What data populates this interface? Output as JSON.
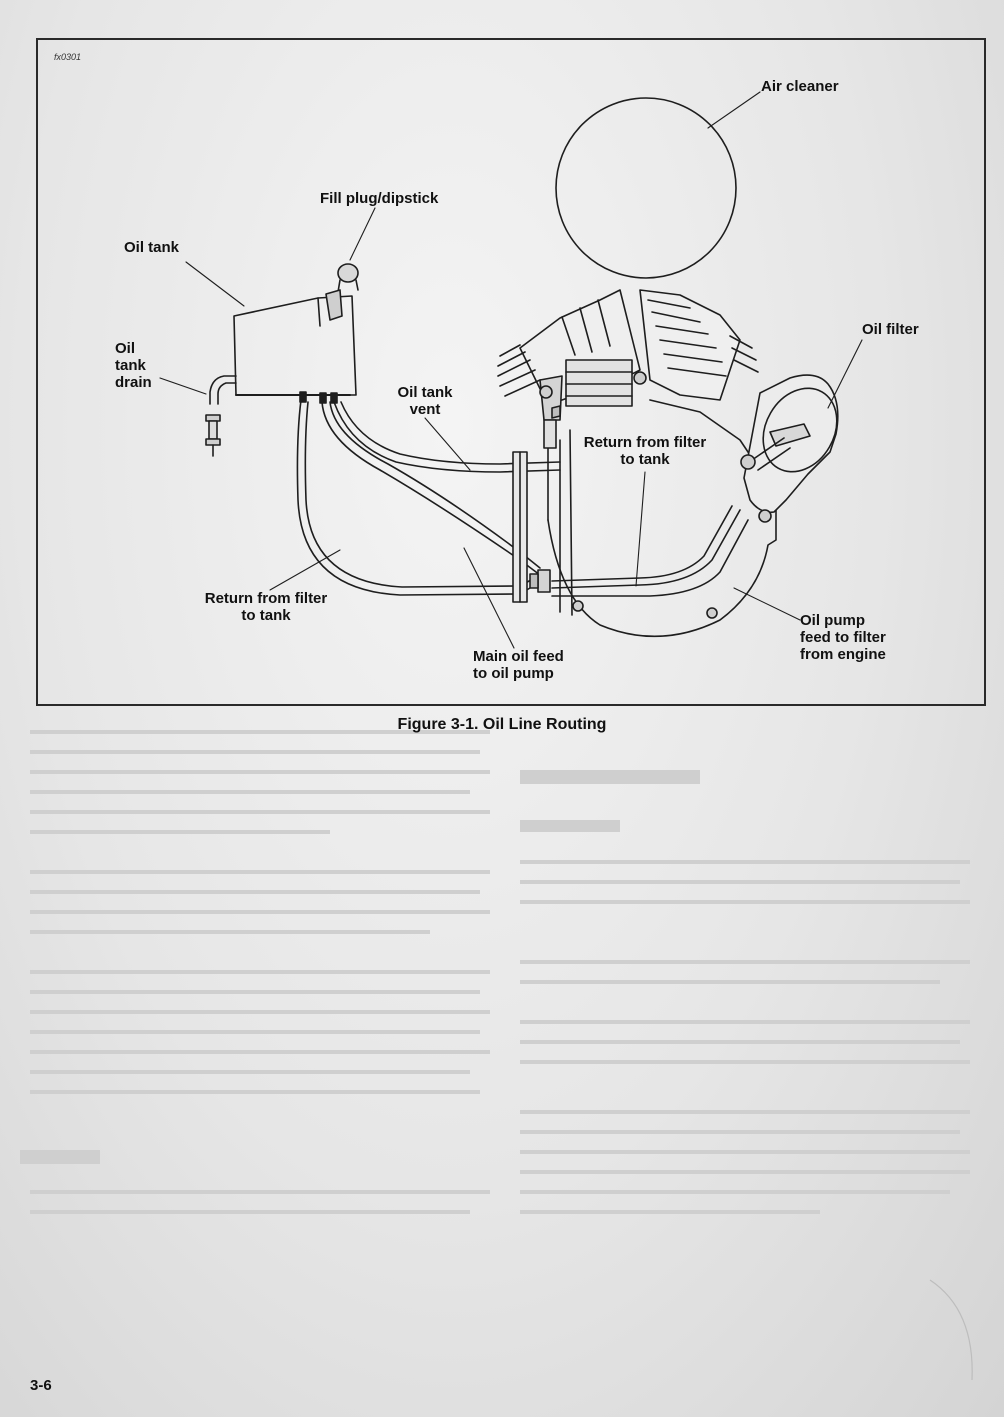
{
  "figure": {
    "id": "fx0301",
    "caption": "Figure 3-1. Oil Line Routing"
  },
  "labels": {
    "air_cleaner": "Air cleaner",
    "fill_plug": "Fill plug/dipstick",
    "oil_tank": "Oil tank",
    "oil_filter": "Oil filter",
    "oil_tank_drain": [
      "Oil",
      "tank",
      "drain"
    ],
    "oil_tank_vent": [
      "Oil tank",
      "vent"
    ],
    "return_right": [
      "Return from filter",
      "to tank"
    ],
    "return_left": [
      "Return from filter",
      "to tank"
    ],
    "oil_pump_feed": [
      "Oil pump",
      "feed to filter",
      "from engine"
    ],
    "main_feed": [
      "Main oil feed",
      "to oil pump"
    ]
  },
  "page": {
    "number": "3-6"
  },
  "colors": {
    "line": "#1e1e1e",
    "page": "#e6e6e6"
  }
}
